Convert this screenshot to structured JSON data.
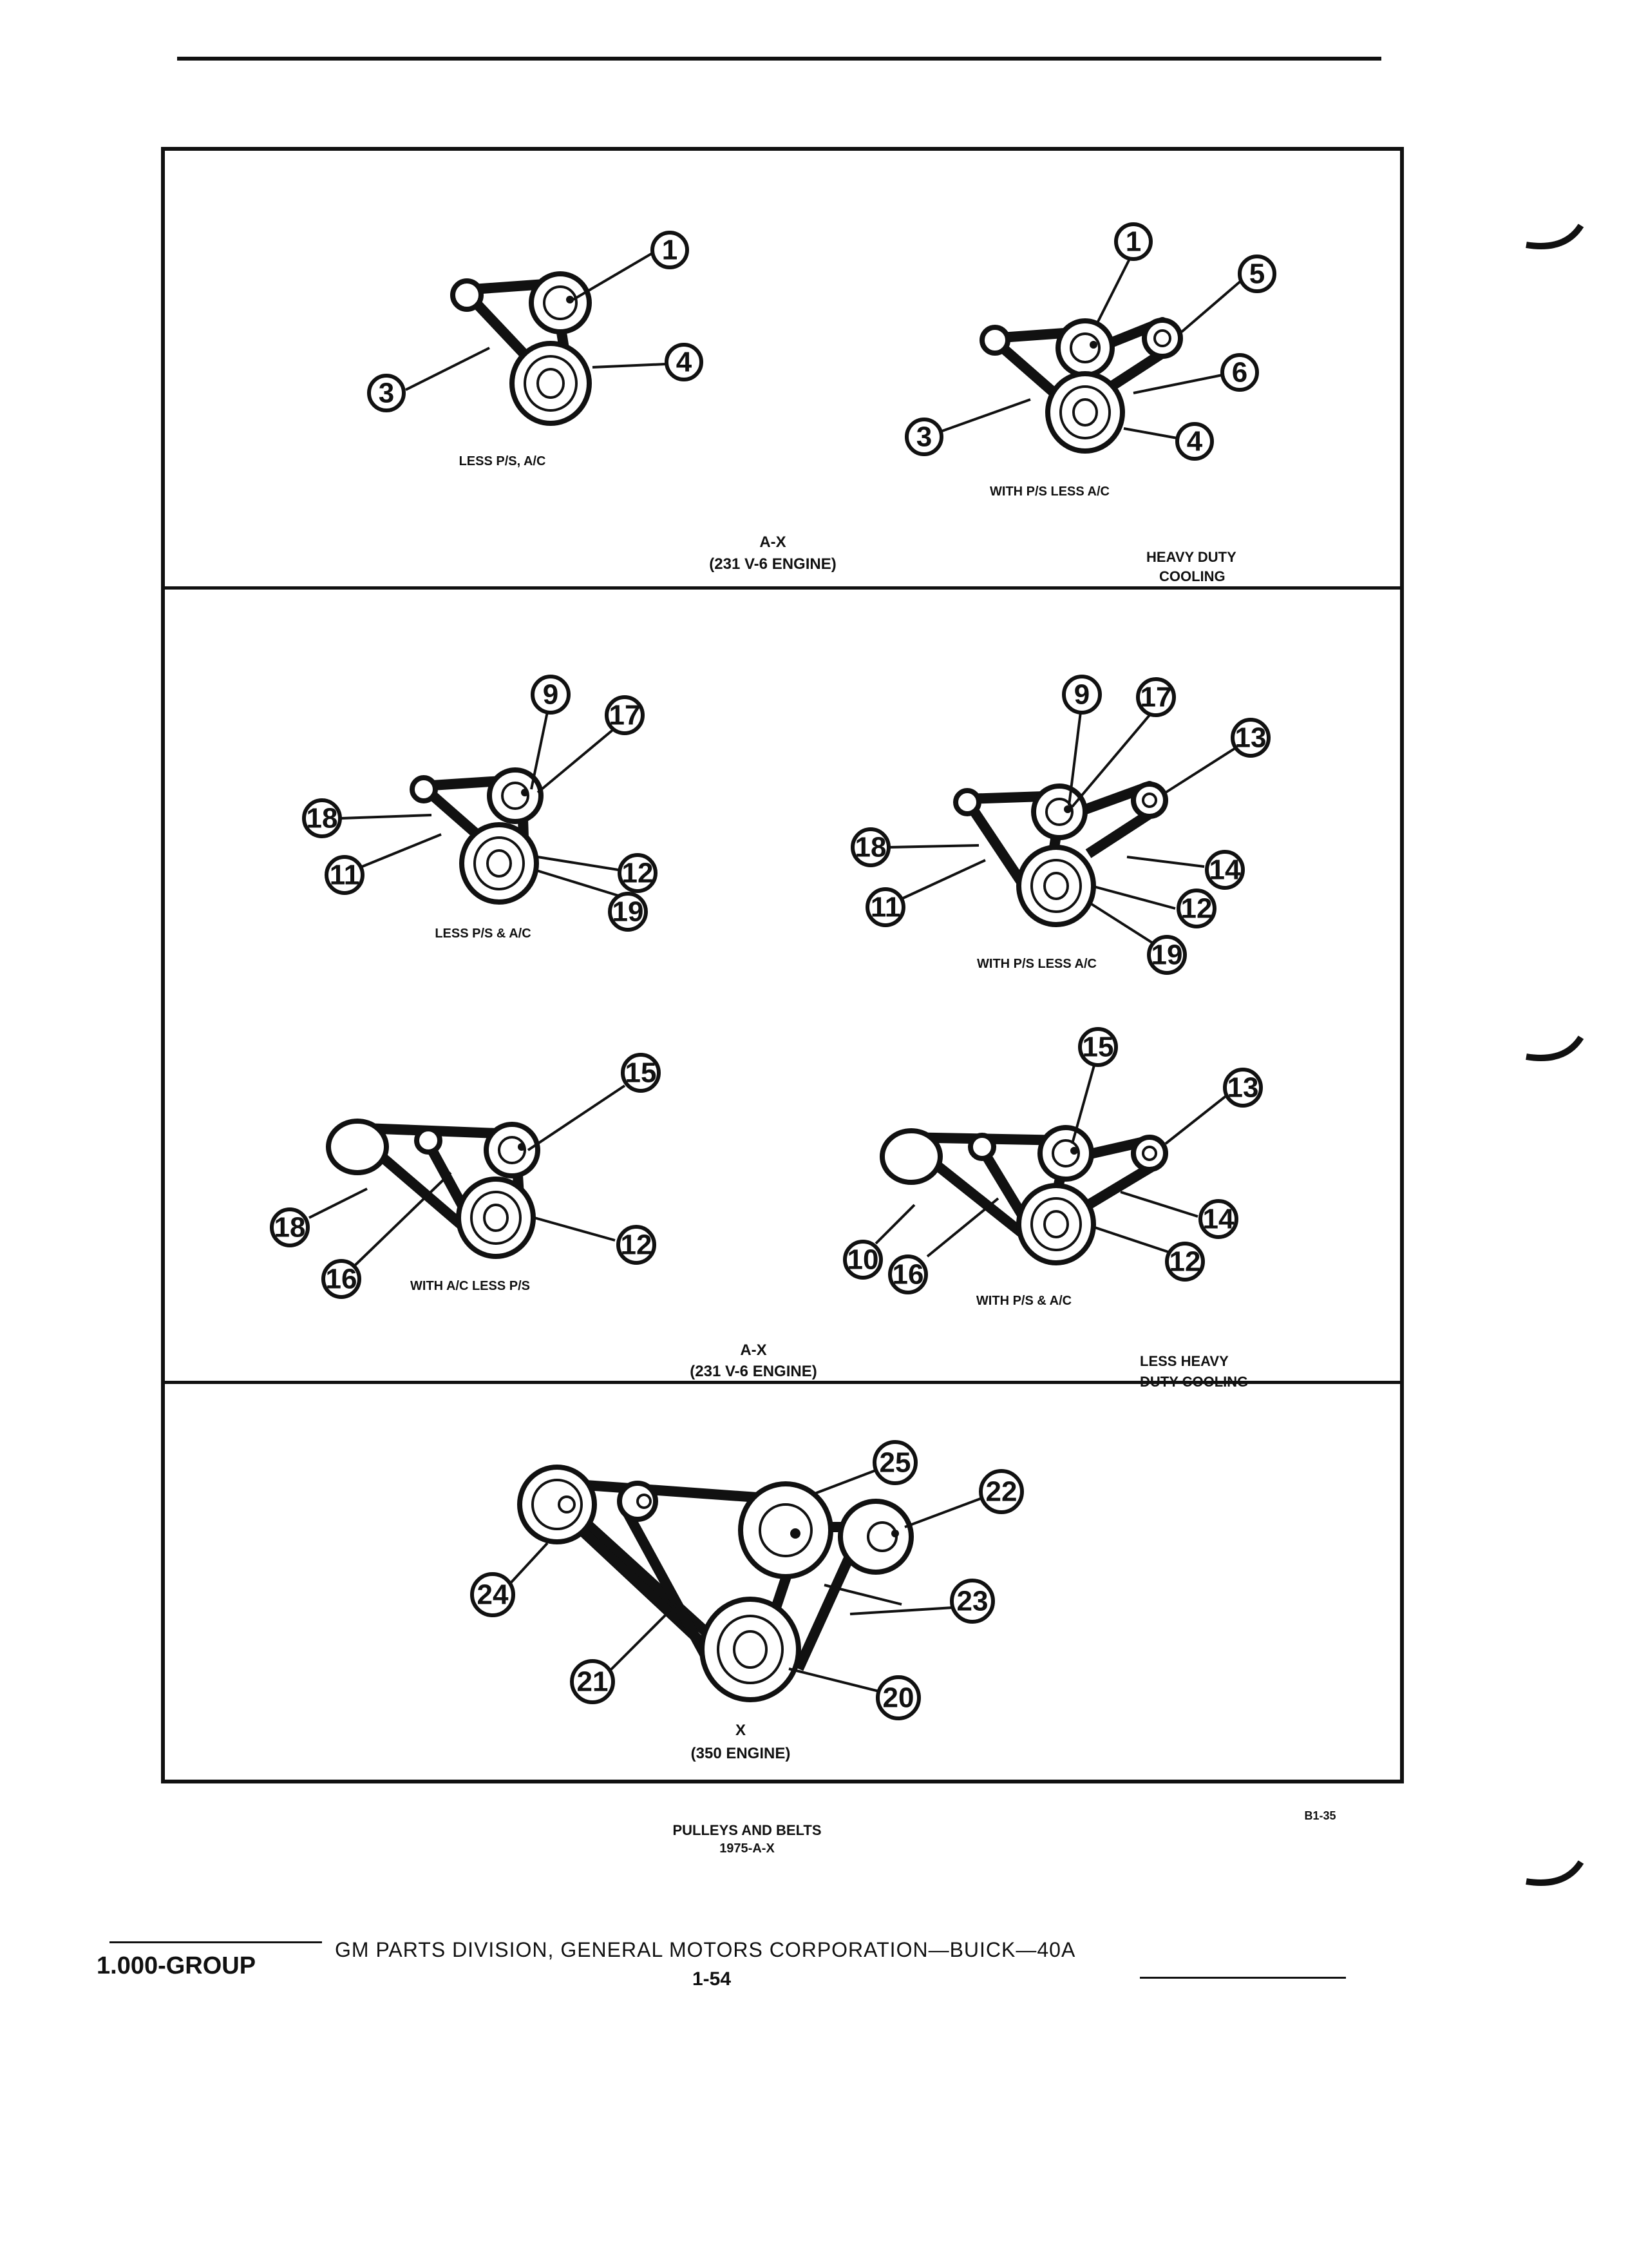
{
  "panels": {
    "top": {
      "engine_line1": "A-X",
      "engine_line2": "(231 V-6 ENGINE)",
      "note_line1": "HEAVY DUTY",
      "note_line2": "COOLING",
      "left_caption": "LESS P/S, A/C",
      "right_caption": "WITH P/S LESS A/C",
      "left_callouts": [
        "1",
        "3",
        "4"
      ],
      "right_callouts": [
        "1",
        "5",
        "6",
        "3",
        "4"
      ]
    },
    "middle": {
      "engine_line1": "A-X",
      "engine_line2": "(231 V-6 ENGINE)",
      "note_line1": "LESS HEAVY",
      "note_line2": "DUTY COOLING",
      "captions": [
        "LESS P/S & A/C",
        "WITH P/S LESS A/C",
        "WITH A/C LESS P/S",
        "WITH P/S & A/C"
      ],
      "d1_callouts": [
        "9",
        "17",
        "18",
        "11",
        "12",
        "19"
      ],
      "d2_callouts": [
        "9",
        "17",
        "13",
        "18",
        "14",
        "11",
        "12",
        "19"
      ],
      "d3_callouts": [
        "15",
        "18",
        "16",
        "12"
      ],
      "d4_callouts": [
        "15",
        "13",
        "14",
        "10",
        "16",
        "12"
      ]
    },
    "bottom": {
      "engine_line1": "X",
      "engine_line2": "(350 ENGINE)",
      "callouts": [
        "25",
        "22",
        "24",
        "23",
        "21",
        "20"
      ]
    }
  },
  "figure_id": "B1-35",
  "figure_title_line1": "PULLEYS AND BELTS",
  "figure_title_line2": "1975-A-X",
  "footer": {
    "group": "1.000-GROUP",
    "publisher": "GM PARTS DIVISION, GENERAL MOTORS CORPORATION—BUICK—40A",
    "page": "1-54"
  }
}
